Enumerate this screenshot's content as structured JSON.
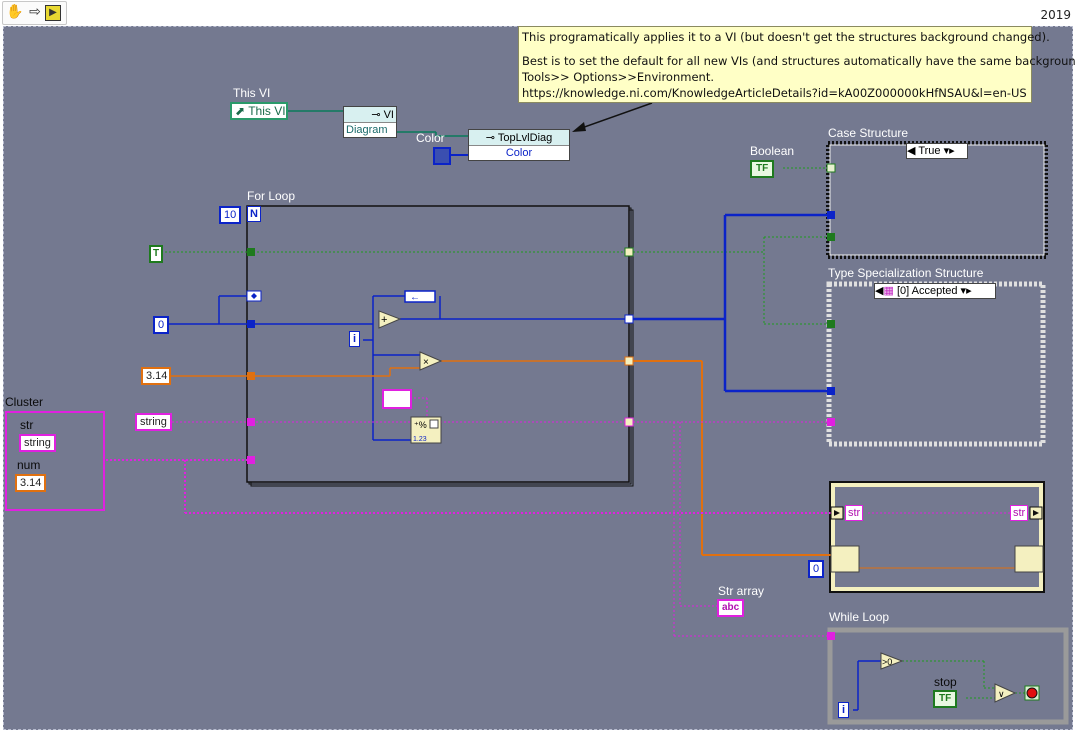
{
  "toolbar": {
    "buttons": [
      "hand-icon",
      "arrow-right-icon",
      "run-highlight-icon"
    ],
    "version": "2019"
  },
  "note": {
    "line1": "This programatically applies it to a VI (but doesn't get the structures background changed).",
    "line2": "Best is to set the default for all new VIs (and structures automatically have the same background):",
    "line3": "Tools>> Options>>Environment.",
    "line4": "https://knowledge.ni.com/KnowledgeArticleDetails?id=kA00Z000000kHfNSAU&l=en-US"
  },
  "this_vi": {
    "label": "This VI",
    "value": "This VI"
  },
  "property_node_vi": {
    "class": "VI",
    "property": "Diagram"
  },
  "property_node_diag": {
    "class": "TopLvlDiag",
    "property": "Color"
  },
  "color": {
    "label": "Color"
  },
  "for_loop": {
    "label": "For Loop",
    "count": "10",
    "count_terminal": "N",
    "index_terminal": "i"
  },
  "constants": {
    "bool_true": "T",
    "zero": "0",
    "pi": "3.14",
    "string": "string",
    "zero2": "0"
  },
  "cluster": {
    "label": "Cluster",
    "str_label": "str",
    "str_value": "string",
    "num_label": "num",
    "num_value": "3.14"
  },
  "case_structure": {
    "label": "Case Structure",
    "selector": "True"
  },
  "boolean": {
    "label": "Boolean",
    "value": "TF"
  },
  "type_spec": {
    "label": "Type Specialization Structure",
    "selector": "[0] Accepted"
  },
  "unbundle": {
    "left": "str",
    "right": "str"
  },
  "str_array": {
    "label": "Str array",
    "value": "abc"
  },
  "while_loop": {
    "label": "While Loop",
    "stop_label": "stop",
    "stop_value": "TF",
    "iteration": "i"
  },
  "colors": {
    "canvas": "#747990",
    "blue_wire": "#0b23c8",
    "green_wire": "#1e7a1e",
    "orange_wire": "#e07010",
    "pink_wire": "#e020e0"
  }
}
